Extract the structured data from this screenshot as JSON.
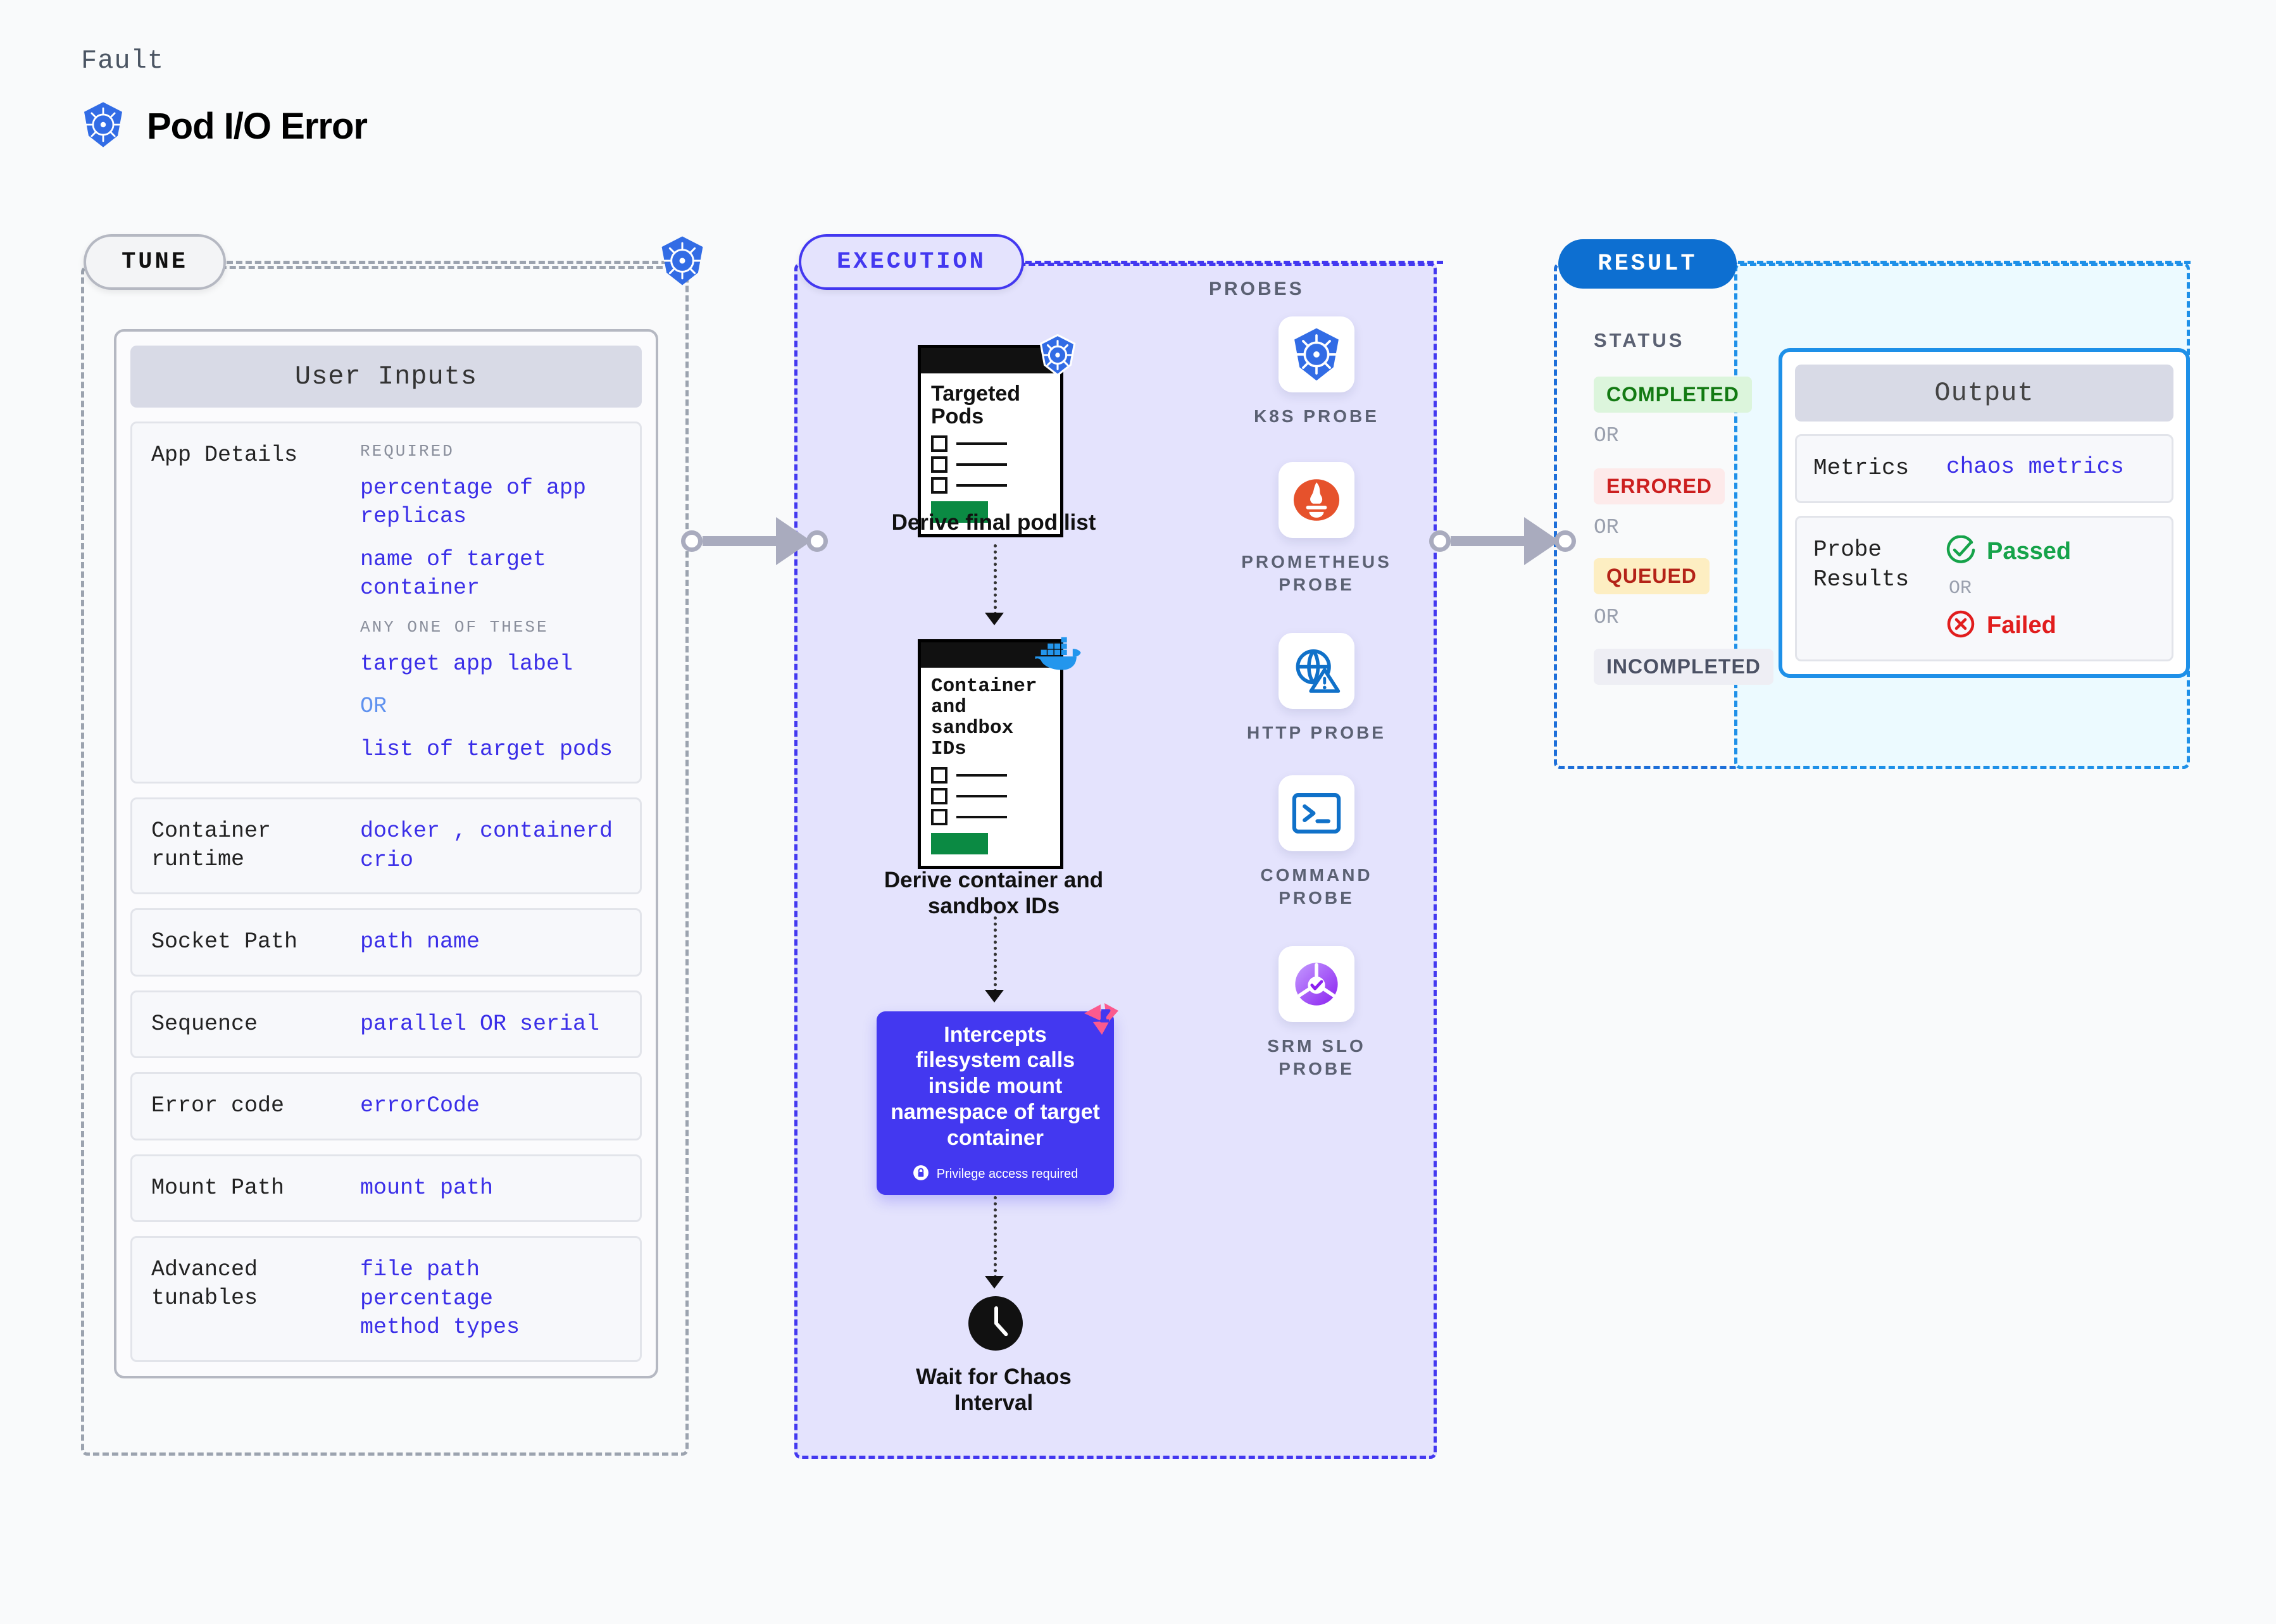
{
  "header": {
    "kicker": "Fault",
    "title": "Pod I/O Error",
    "icon": "kubernetes-icon"
  },
  "tune": {
    "tag": "TUNE",
    "badge_icon": "kubernetes-icon",
    "card_title": "User Inputs",
    "fields": [
      {
        "label": "App Details",
        "groups": [
          {
            "caption": "REQUIRED",
            "values": [
              "percentage of app replicas",
              "name of target container"
            ]
          },
          {
            "caption": "ANY ONE OF THESE",
            "values": [
              "target app label",
              "OR",
              "list of target pods"
            ]
          }
        ]
      },
      {
        "label": "Container runtime",
        "values": [
          "docker , containerd",
          "crio"
        ]
      },
      {
        "label": "Socket Path",
        "values": [
          "path name"
        ]
      },
      {
        "label": "Sequence",
        "values": [
          "parallel OR serial"
        ]
      },
      {
        "label": "Error code",
        "values": [
          "errorCode"
        ]
      },
      {
        "label": "Mount Path",
        "values": [
          "mount path"
        ]
      },
      {
        "label": "Advanced tunables",
        "values": [
          "file path",
          "percentage",
          "method types"
        ]
      }
    ]
  },
  "execution": {
    "tag": "EXECUTION",
    "steps": [
      {
        "doc_title": "Targeted Pods",
        "caption": "Derive final pod list",
        "badge_icon": "kubernetes-icon"
      },
      {
        "doc_title": "Container and sandbox IDs",
        "caption": "Derive container and sandbox IDs",
        "badge_icon": "docker-icon"
      }
    ],
    "action": {
      "text": "Intercepts filesystem calls inside mount namespace of target container",
      "note": "Privilege access required",
      "note_icon": "lock-icon",
      "corner_icon": "litmus-icon",
      "color": "#4338f0"
    },
    "wait": {
      "icon": "clock-icon",
      "caption": "Wait for Chaos Interval"
    }
  },
  "probes": {
    "title": "PROBES",
    "items": [
      {
        "label": "K8S PROBE",
        "icon": "kubernetes-icon"
      },
      {
        "label": "PROMETHEUS PROBE",
        "icon": "prometheus-icon"
      },
      {
        "label": "HTTP PROBE",
        "icon": "globe-warning-icon"
      },
      {
        "label": "COMMAND PROBE",
        "icon": "terminal-icon"
      },
      {
        "label": "SRM SLO PROBE",
        "icon": "srm-slo-icon"
      }
    ]
  },
  "result": {
    "tag": "RESULT",
    "status_title": "STATUS",
    "or_label": "OR",
    "statuses": [
      {
        "label": "COMPLETED",
        "bg": "#dcf5dc",
        "fg": "#137a13"
      },
      {
        "label": "ERRORED",
        "bg": "#fdeaea",
        "fg": "#cc1f1f"
      },
      {
        "label": "QUEUED",
        "bg": "#fdeec2",
        "fg": "#b42318"
      },
      {
        "label": "INCOMPLETED",
        "bg": "#eeeef4",
        "fg": "#4b5164"
      }
    ]
  },
  "output": {
    "title": "Output",
    "rows": [
      {
        "label": "Metrics",
        "value": "chaos metrics"
      },
      {
        "label": "Probe Results",
        "pass": "Passed",
        "or": "OR",
        "fail": "Failed",
        "pass_icon": "check-circle-icon",
        "fail_icon": "x-circle-icon"
      }
    ]
  }
}
